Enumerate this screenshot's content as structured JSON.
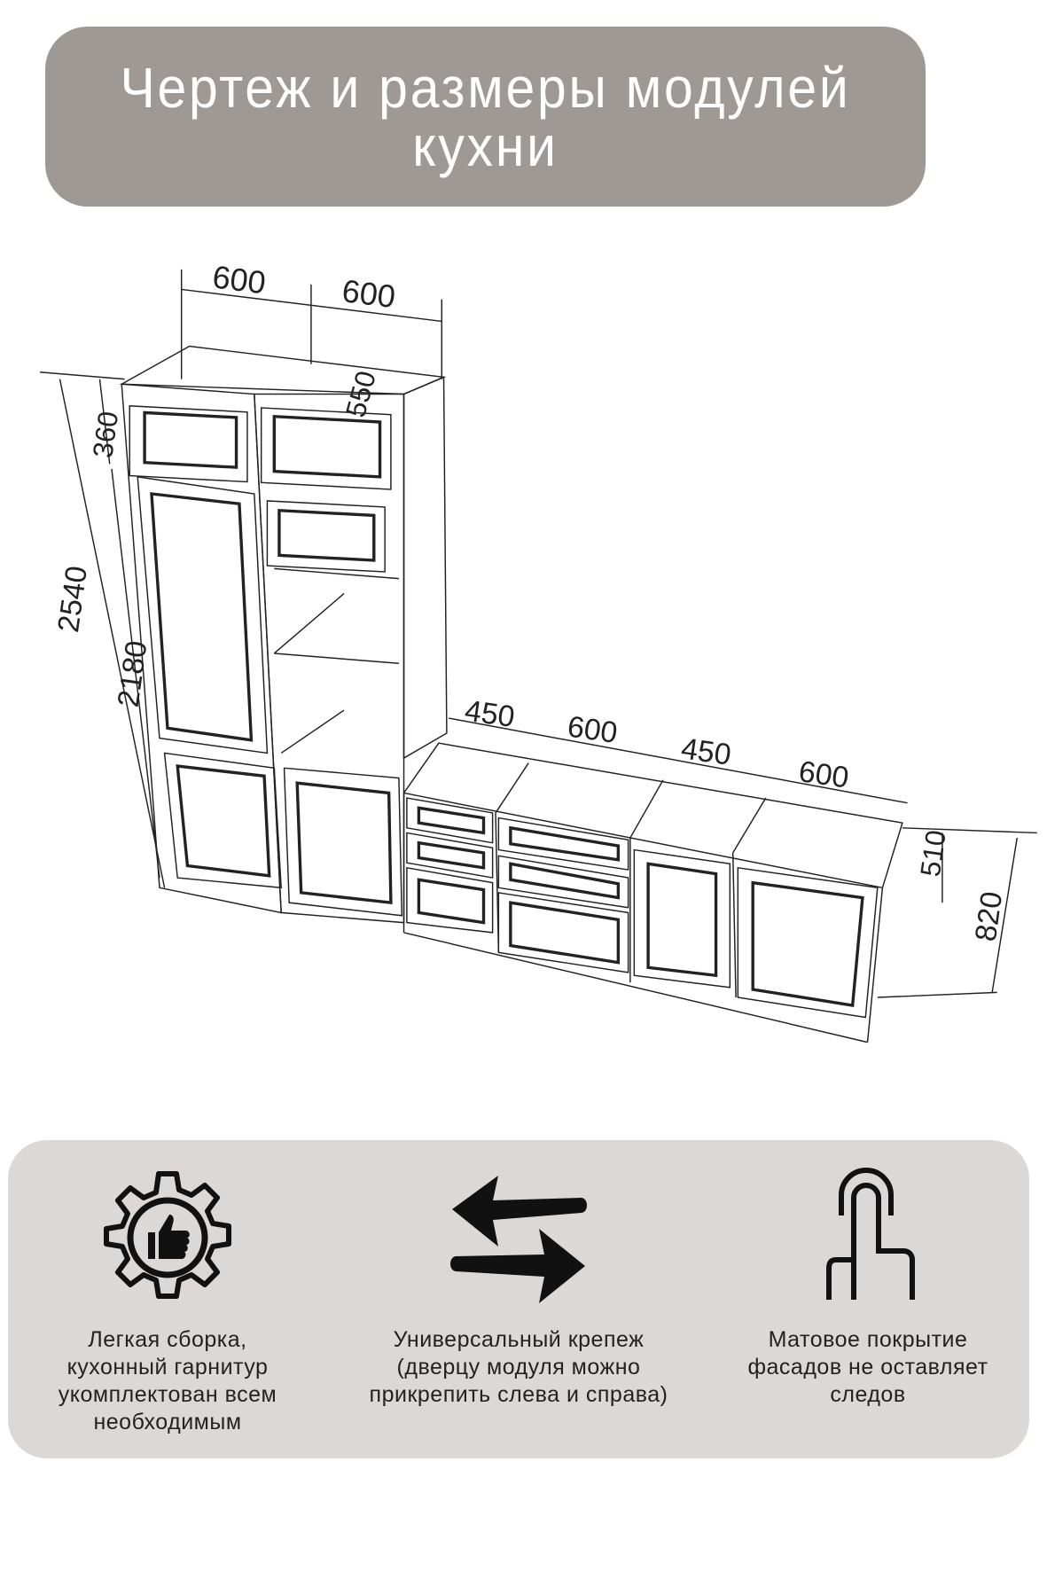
{
  "header": {
    "title": "Чертеж и размеры модулей кухни"
  },
  "drawing": {
    "dimensions": {
      "top_width_1": "600",
      "top_width_2": "600",
      "top_depth": "550",
      "upper_height": "360",
      "total_height": "2540",
      "tall_height": "2180",
      "base_width_1": "450",
      "base_width_2": "600",
      "base_width_3": "450",
      "base_width_4": "600",
      "base_depth": "510",
      "base_height": "820"
    }
  },
  "features": [
    {
      "icon": "gear-thumbs-up-icon",
      "text": "Легкая сборка, кухонный гарнитур укомплектован всем необходимым"
    },
    {
      "icon": "swap-arrows-icon",
      "text": "Универсальный крепеж (дверцу модуля можно прикрепить слева и справа)"
    },
    {
      "icon": "touch-finger-icon",
      "text": "Матовое покрытие фасадов не оставляет следов"
    }
  ]
}
